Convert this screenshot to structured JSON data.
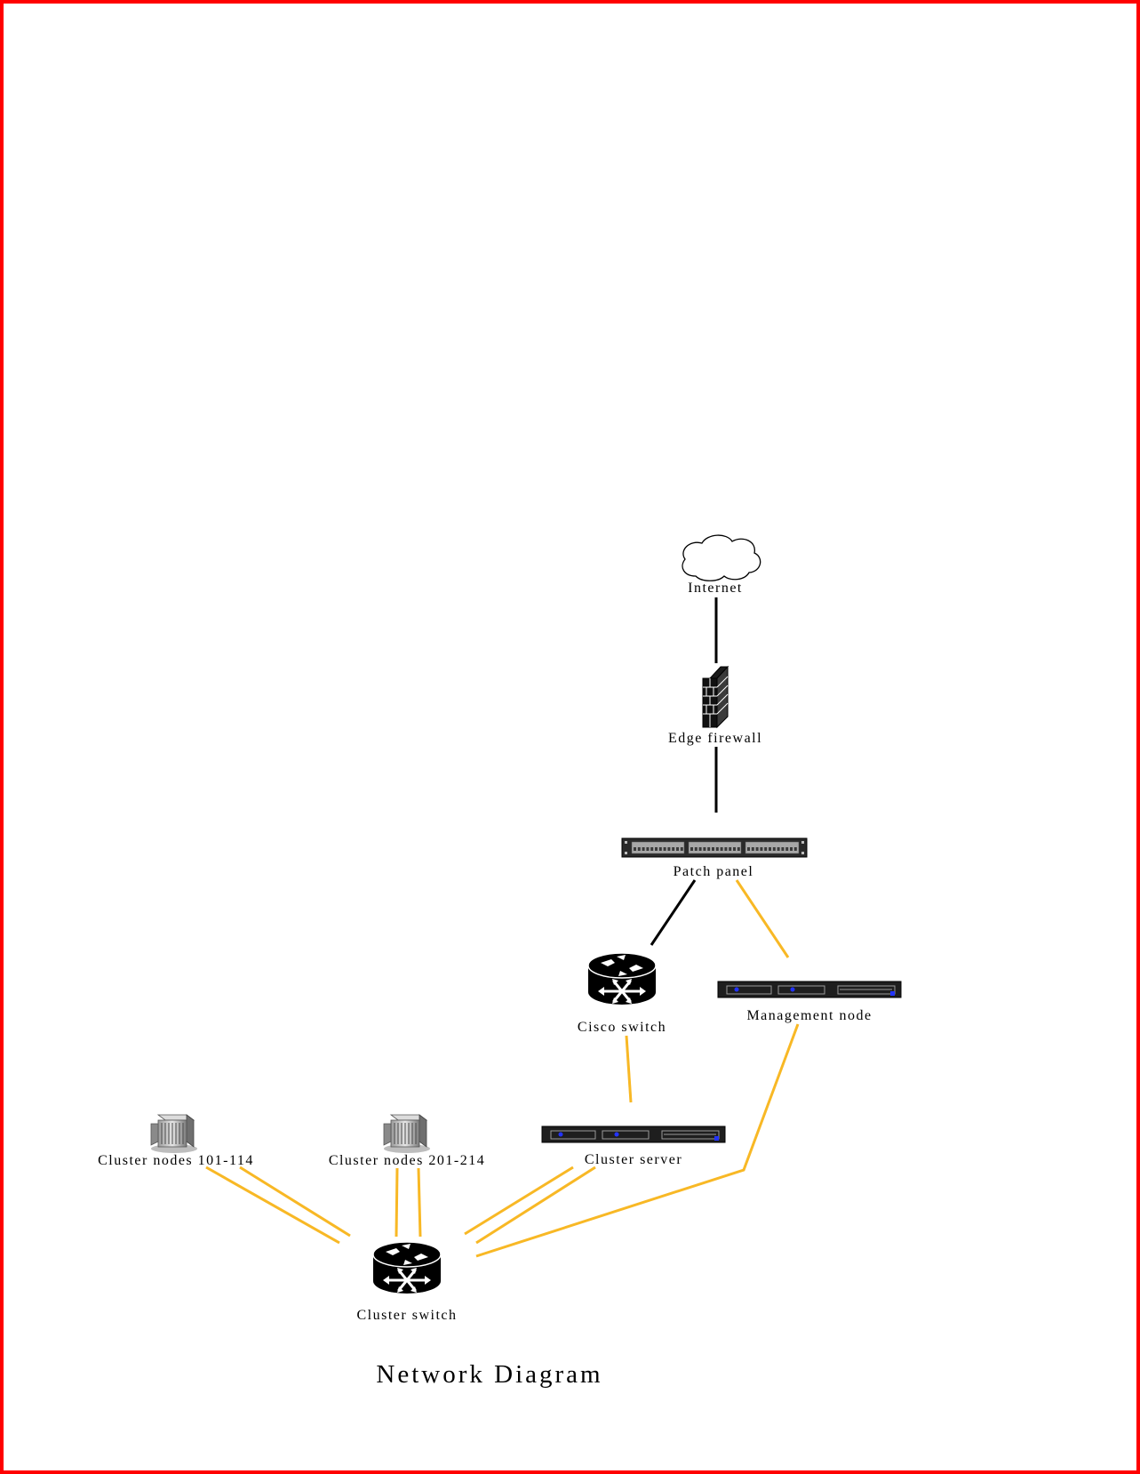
{
  "title": "Network Diagram",
  "colors": {
    "border": "#ff0000",
    "primary_link": "#000000",
    "secondary_link": "#f8b825"
  },
  "nodes": {
    "internet": {
      "label": "Internet",
      "icon": "cloud-icon"
    },
    "edge_firewall": {
      "label": "Edge firewall",
      "icon": "firewall-icon"
    },
    "patch_panel": {
      "label": "Patch panel",
      "icon": "patch-panel-icon"
    },
    "cisco_switch": {
      "label": "Cisco switch",
      "icon": "switch-icon"
    },
    "management_node": {
      "label": "Management node",
      "icon": "rack-server-icon"
    },
    "cluster_server": {
      "label": "Cluster server",
      "icon": "rack-server-icon"
    },
    "cluster_nodes_101": {
      "label": "Cluster nodes 101-114",
      "icon": "blade-chassis-icon"
    },
    "cluster_nodes_201": {
      "label": "Cluster nodes 201-214",
      "icon": "blade-chassis-icon"
    },
    "cluster_switch": {
      "label": "Cluster switch",
      "icon": "switch-icon"
    }
  },
  "links": [
    {
      "from": "internet",
      "to": "edge_firewall",
      "type": "primary"
    },
    {
      "from": "edge_firewall",
      "to": "patch_panel",
      "type": "primary"
    },
    {
      "from": "patch_panel",
      "to": "cisco_switch",
      "type": "primary"
    },
    {
      "from": "patch_panel",
      "to": "management_node",
      "type": "secondary"
    },
    {
      "from": "cisco_switch",
      "to": "cluster_server",
      "type": "secondary"
    },
    {
      "from": "management_node",
      "to": "cluster_switch",
      "type": "secondary"
    },
    {
      "from": "cluster_server",
      "to": "cluster_switch",
      "type": "secondary",
      "count": 2
    },
    {
      "from": "cluster_nodes_101",
      "to": "cluster_switch",
      "type": "secondary",
      "count": 2
    },
    {
      "from": "cluster_nodes_201",
      "to": "cluster_switch",
      "type": "secondary",
      "count": 2
    }
  ]
}
